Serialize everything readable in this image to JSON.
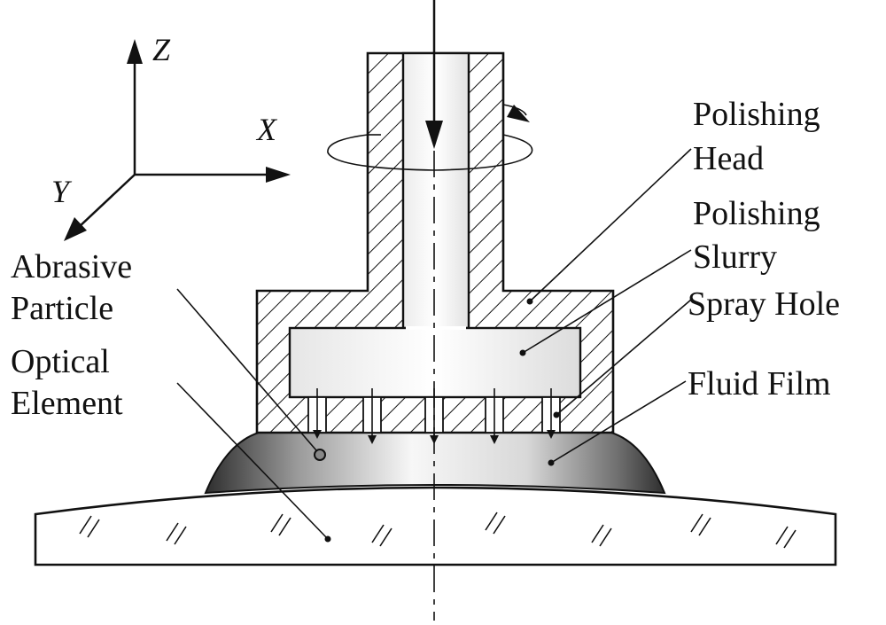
{
  "axes": {
    "z": "Z",
    "x": "X",
    "y": "Y"
  },
  "labels": {
    "polishing_head": [
      "Polishing",
      "Head"
    ],
    "polishing_slurry": [
      "Polishing",
      "Slurry"
    ],
    "spray_hole": "Spray Hole",
    "fluid_film": "Fluid Film",
    "abrasive_particle": [
      "Abrasive",
      "Particle"
    ],
    "optical_element": [
      "Optical",
      "Element"
    ]
  },
  "colors": {
    "line": "#111111",
    "background": "#ffffff",
    "film_dark": "#3a3a3a",
    "film_light": "#f2f2f2"
  }
}
